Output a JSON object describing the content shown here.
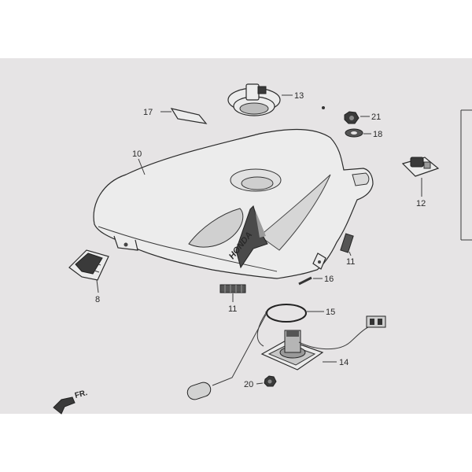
{
  "callouts": {
    "c8": "8",
    "c10": "10",
    "c11a": "11",
    "c11b": "11",
    "c12": "12",
    "c13": "13",
    "c14": "14",
    "c15": "15",
    "c16": "16",
    "c17": "17",
    "c18": "18",
    "c20": "20",
    "c21": "21"
  },
  "tank_logo": "HONDA",
  "direction": "FR."
}
